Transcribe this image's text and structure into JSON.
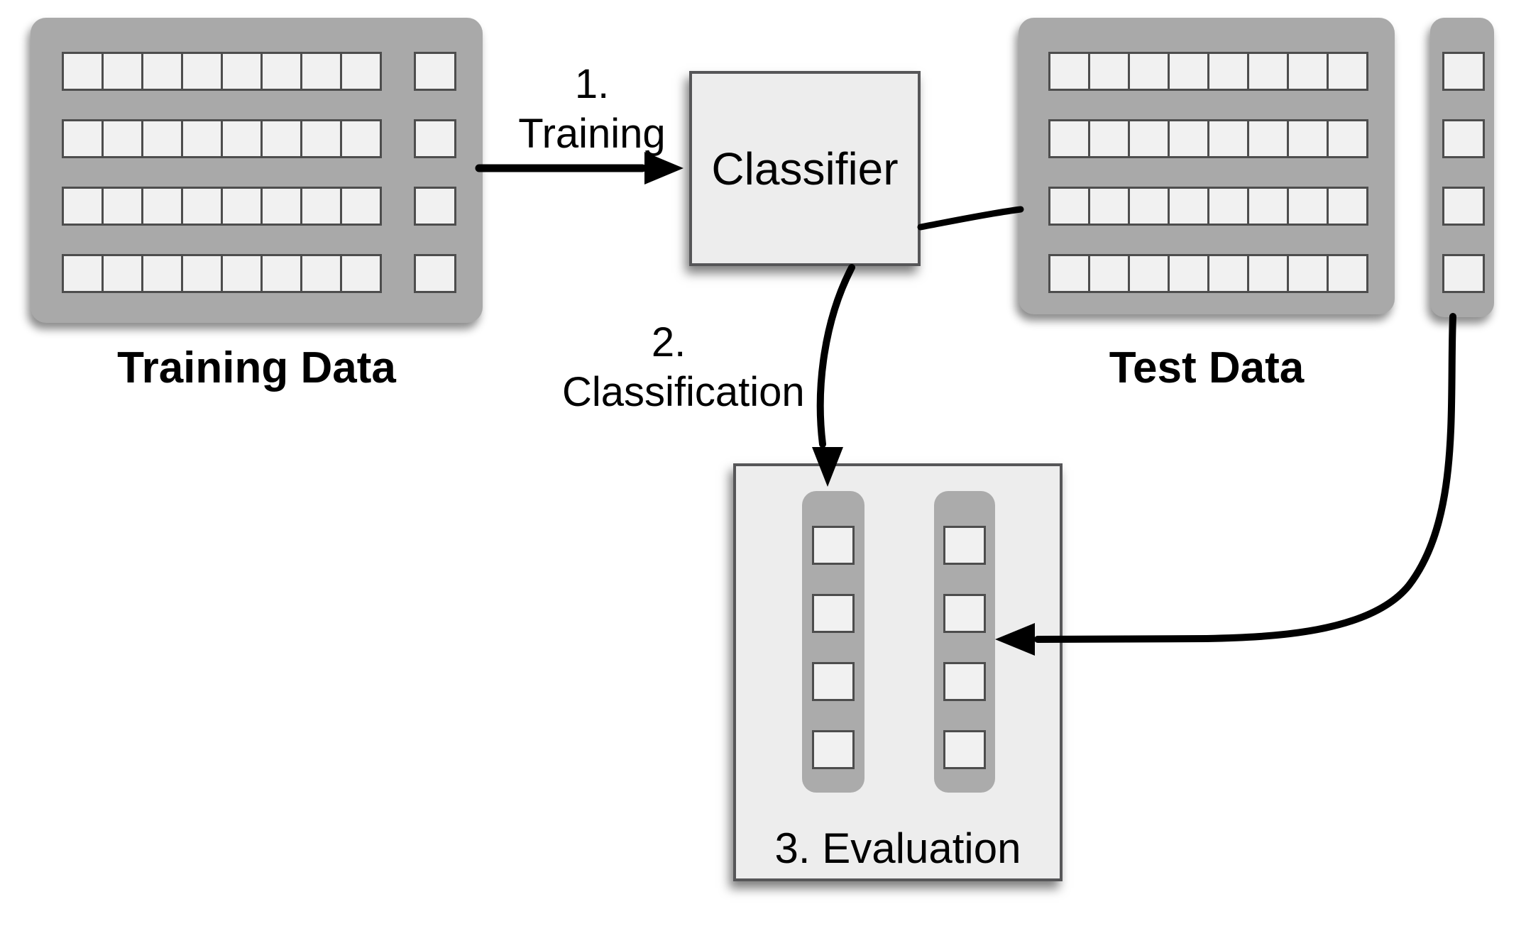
{
  "diagram": {
    "title_context": "Classifier training, classification and evaluation workflow",
    "training_data": {
      "label": "Training Data",
      "feature_grid": {
        "rows": 4,
        "cols": 8
      },
      "label_column_grid": {
        "rows": 4,
        "cols": 1
      }
    },
    "step1": {
      "line1": "1.",
      "line2": "Training"
    },
    "classifier": {
      "label": "Classifier"
    },
    "test_data": {
      "label": "Test Data",
      "feature_grid": {
        "rows": 4,
        "cols": 8
      },
      "label_column_grid": {
        "rows": 4,
        "cols": 1
      }
    },
    "step2": {
      "line1": "2.",
      "line2": "Classification"
    },
    "evaluation": {
      "label": "3. Evaluation",
      "predicted_labels_grid": {
        "rows": 4,
        "cols": 1
      },
      "true_labels_grid": {
        "rows": 4,
        "cols": 1
      }
    },
    "arrows": [
      {
        "name": "training-arrow",
        "from": "Training Data",
        "to": "Classifier"
      },
      {
        "name": "classifier-to-test-connector",
        "from": "Classifier",
        "to": "Test Data"
      },
      {
        "name": "classification-arrow",
        "from": "Classifier",
        "to": "Evaluation"
      },
      {
        "name": "test-labels-to-evaluation-arrow",
        "from": "Test Data label column",
        "to": "Evaluation"
      }
    ],
    "colors": {
      "block_gray": "#a9a9a9",
      "column_gray": "#ababab",
      "cell_fill": "#f1f1f1",
      "cell_border": "#4d4d4d",
      "box_fill": "#ededed",
      "box_border": "#565658",
      "arrow_black": "#000000",
      "background": "#ffffff"
    }
  }
}
